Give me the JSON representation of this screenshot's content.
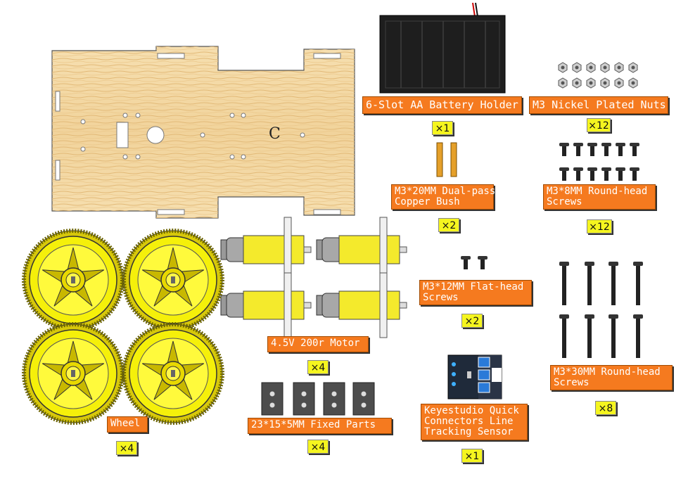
{
  "chassis": {
    "letter": "C"
  },
  "parts": [
    {
      "id": "battery",
      "label": "6-Slot AA Battery Holder",
      "qty": "×1"
    },
    {
      "id": "nuts",
      "label": "M3 Nickel Plated Nuts",
      "qty": "×12"
    },
    {
      "id": "bush",
      "label": "M3*20MM Dual-pass\nCopper Bush",
      "qty": "×2"
    },
    {
      "id": "screw8",
      "label": "M3*8MM Round-head\nScrews",
      "qty": "×12"
    },
    {
      "id": "flat12",
      "label": "M3*12MM Flat-head\nScrews",
      "qty": "×2"
    },
    {
      "id": "motor",
      "label": "4.5V 200r Motor",
      "qty": "×4"
    },
    {
      "id": "screw30",
      "label": "M3*30MM Round-head\nScrews",
      "qty": "×8"
    },
    {
      "id": "fixed",
      "label": "23*15*5MM Fixed Parts",
      "qty": "×4"
    },
    {
      "id": "sensor",
      "label": "Keyestudio Quick\nConnectors Line\nTracking Sensor",
      "qty": "×1"
    },
    {
      "id": "wheel",
      "label": "Wheel",
      "qty": "×4"
    }
  ]
}
